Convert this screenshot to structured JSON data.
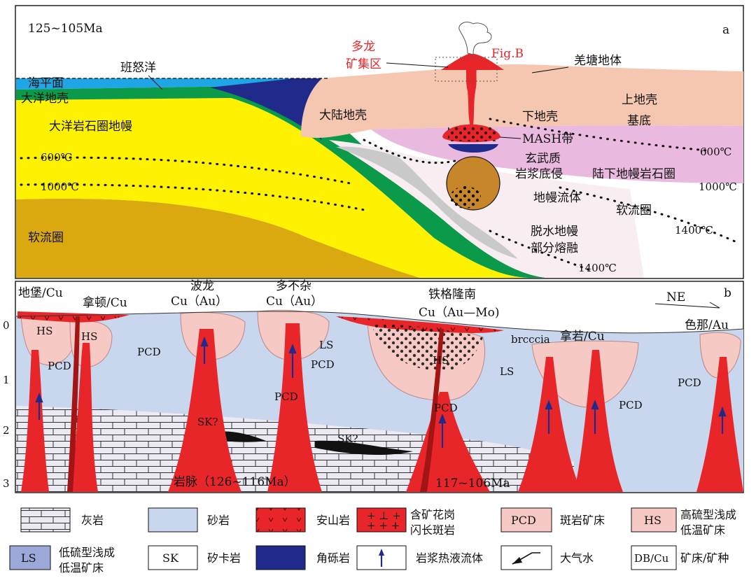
{
  "panel_a": {
    "age": "125~105Ma",
    "panel_letter": "a",
    "labels": {
      "banuyang": "班怒洋",
      "sea_level": "海平面",
      "oceanic_crust": "大洋地壳",
      "oceanic_mantle": "大洋岩石圈地幔",
      "iso_600_left": "600℃",
      "iso_1000_left": "1000℃",
      "asthenosphere_left": "软流圈",
      "duolong_line1": "多龙",
      "duolong_line2": "矿集区",
      "fig_b": "Fig.B",
      "qiangtang": "羌塘地体",
      "upper_crust": "上地壳",
      "basement": "基底",
      "continental_crust": "大陆地壳",
      "lower_crust": "下地壳",
      "mash": "MASH带",
      "basaltic_line1": "玄武质",
      "basaltic_line2": "岩浆底侵",
      "subcont_mantle": "陆下地幔岩石圈",
      "iso_600_right": "600℃",
      "iso_1000_right": "1000℃",
      "mantle_fluid": "地幔流体",
      "asthenosphere_right": "软流圈",
      "iso_1400_right": "1400℃",
      "dehydration_line1": "脱水地幔",
      "dehydration_line2": "部分熔融",
      "iso_1400_bottom": "1400℃"
    }
  },
  "panel_b": {
    "panel_letter": "b",
    "direction": "NE",
    "depth_ticks": [
      "0",
      "1",
      "2",
      "3"
    ],
    "deposits": {
      "dibao": "地堡/Cu",
      "nadun": "拿顿/Cu",
      "bolong_name": "波龙",
      "bolong_type": "Cu（Au）",
      "duobuza_name": "多不杂",
      "duobuza_type": "Cu（Au）",
      "tiegelong_name": "铁格隆南",
      "tiegelong_type": "Cu（Au—Mo)",
      "naruo": "拿若/Cu",
      "sena": "色那/Au"
    },
    "labels": {
      "hs_1": "HS",
      "hs_2": "HS",
      "hs_3": "HS",
      "ls_1": "LS",
      "ls_2": "LS",
      "pcd_1": "PCD",
      "pcd_2": "PCD",
      "pcd_3": "PCD",
      "pcd_4": "PCD",
      "pcd_5": "PCD",
      "pcd_6": "PCD",
      "pcd_7": "PCD",
      "breccia": "brcccia",
      "sk_1": "SK?",
      "sk_2": "SK?",
      "dike": "岩脉（126~116Ma）",
      "age_2": "117~106Ma"
    }
  },
  "legend": [
    {
      "key": "limestone",
      "label": "灰岩"
    },
    {
      "key": "sandstone",
      "label": "砂岩"
    },
    {
      "key": "andesite",
      "label": "安山岩"
    },
    {
      "key": "granodiorite",
      "label": "含矿花岗\n闪长斑岩"
    },
    {
      "key": "pcd",
      "label": "斑岩矿床",
      "box_text": "PCD"
    },
    {
      "key": "hs",
      "label": "高硫型浅成\n低温矿床",
      "box_text": "HS"
    },
    {
      "key": "ls",
      "label": "低硫型浅成\n低温矿床",
      "box_text": "LS"
    },
    {
      "key": "sk",
      "label": "矽卡岩",
      "box_text": "SK"
    },
    {
      "key": "breccia",
      "label": "角砾岩"
    },
    {
      "key": "fluid",
      "label": "岩浆热液流体"
    },
    {
      "key": "meteoric",
      "label": "大气水"
    },
    {
      "key": "dbcu",
      "label": "矿床/矿种",
      "box_text": "DB/Cu"
    }
  ],
  "colors": {
    "ocean": "#1fa6e6",
    "oceanic_crust": "#0a9a4a",
    "oceanic_mantle": "#fff200",
    "asthenosphere": "#d9a90f",
    "continental": "#f5c7b0",
    "subcont": "#eab9e0",
    "magma_red": "#e8262a",
    "breccia_blue": "#202a8a",
    "sandstone": "#c8d6ee",
    "pink_deposit": "#f6c9c4",
    "mash_orange": "#c8862a"
  }
}
